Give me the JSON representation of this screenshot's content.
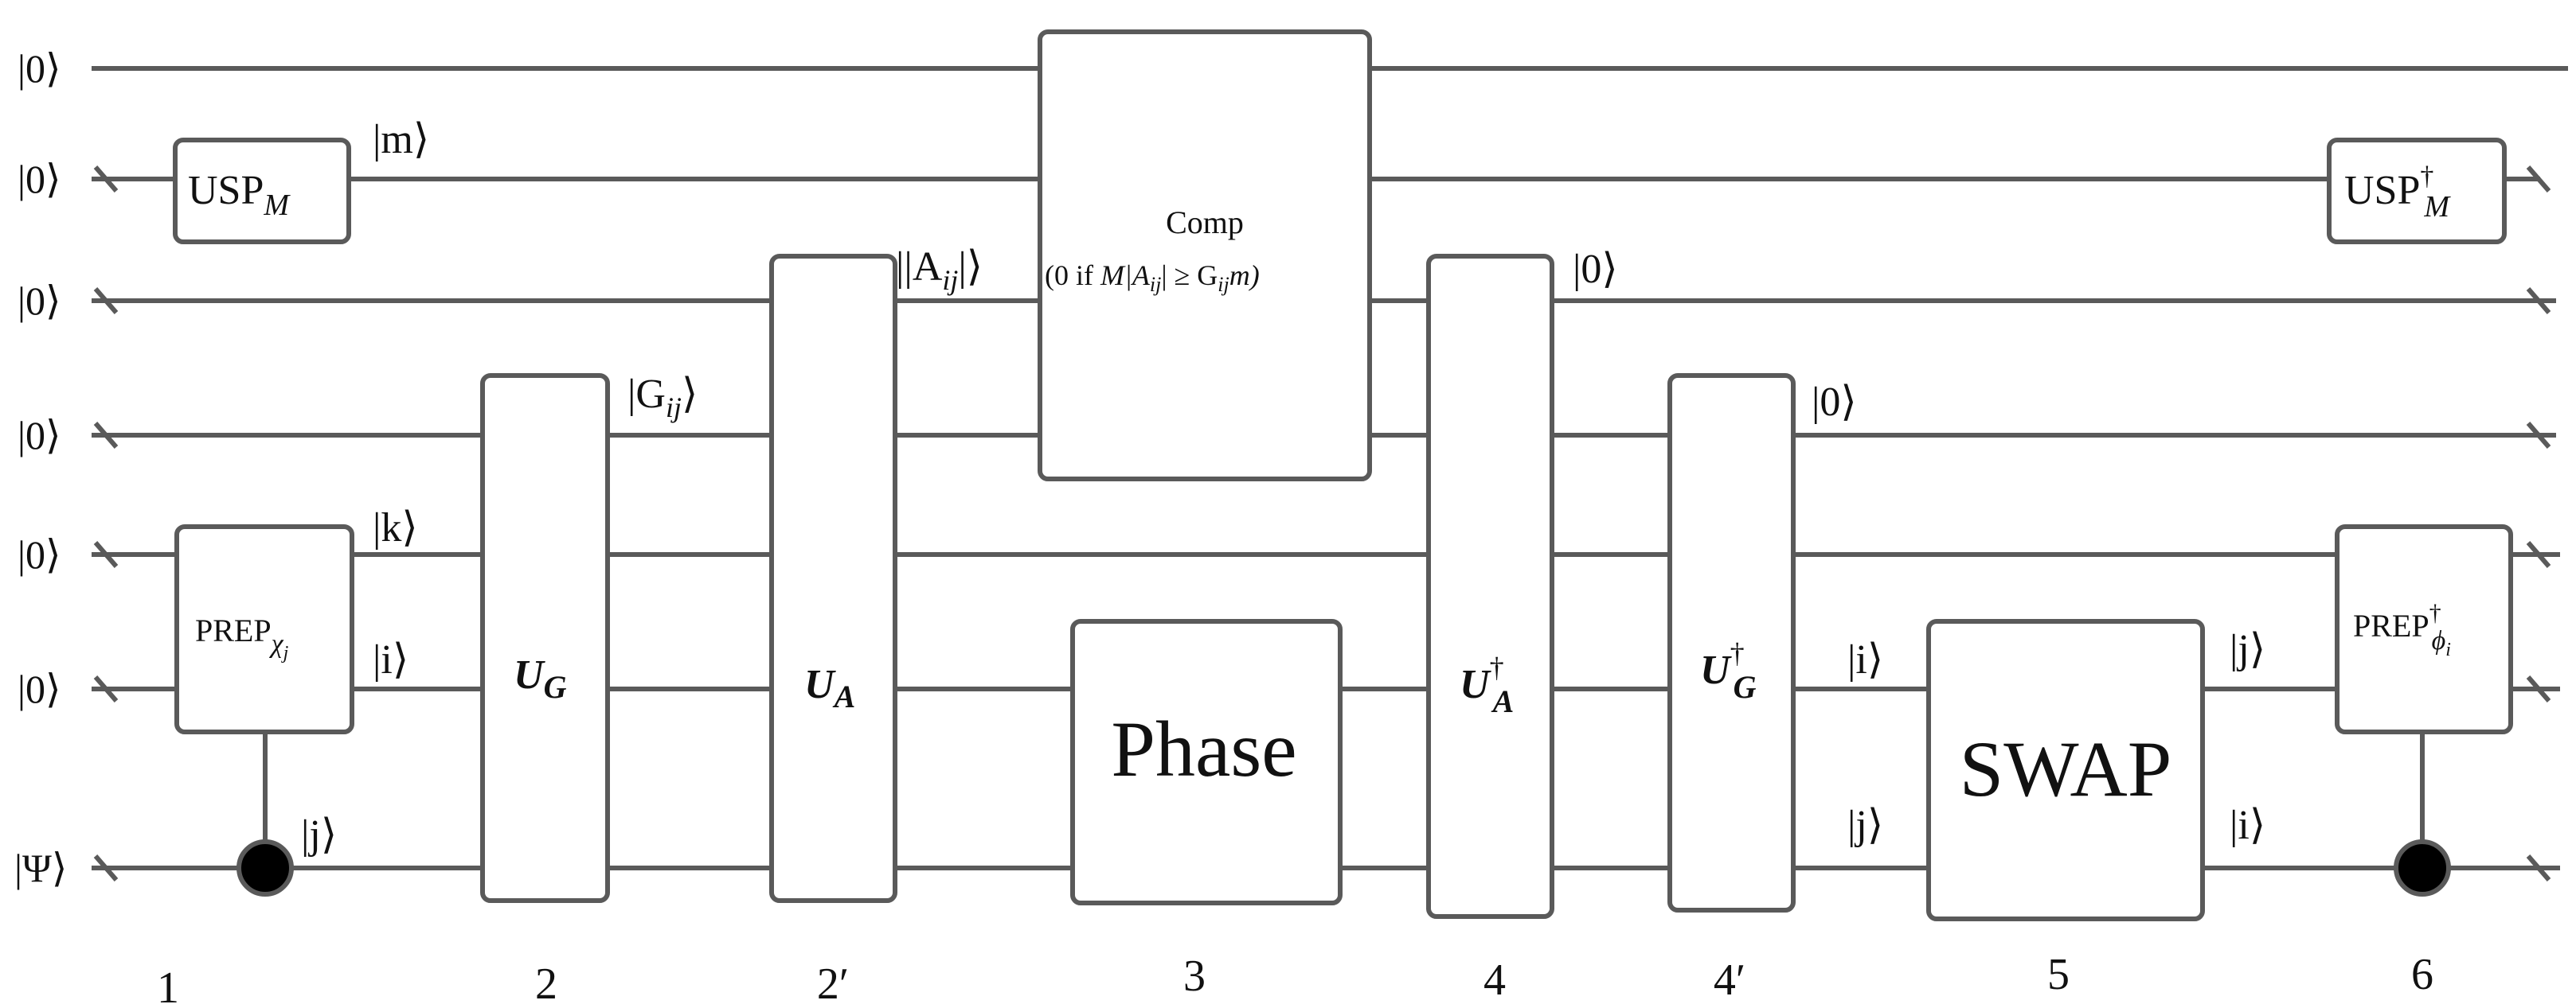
{
  "diagram": {
    "inputs": [
      "|0⟩",
      "|0⟩",
      "|0⟩",
      "|0⟩",
      "|0⟩",
      "|0⟩",
      "|Ψ⟩"
    ],
    "gates": {
      "usp_m": {
        "main": "USP",
        "sub": "M",
        "sup": ""
      },
      "usp_m_dagger": {
        "main": "USP",
        "sub": "M",
        "sup": "†"
      },
      "prep_chi": {
        "main": "PREP",
        "sub": "χ",
        "subsub": "j",
        "sup": ""
      },
      "prep_phi_dagger": {
        "main": "PREP",
        "sub": "ϕ",
        "subsub": "i",
        "sup": "†"
      },
      "u_g": {
        "main": "U",
        "sub": "G",
        "sup": ""
      },
      "u_a": {
        "main": "U",
        "sub": "A",
        "sup": ""
      },
      "comp": {
        "line1": "Comp",
        "line2_a": "(0 if ",
        "line2_b": "M|A",
        "line2_c": "ij",
        "line2_d": "| ≥ G",
        "line2_e": "ij",
        "line2_f": "m)"
      },
      "phase": {
        "label": "Phase"
      },
      "u_a_dagger": {
        "main": "U",
        "sub": "A",
        "sup": "†"
      },
      "u_g_dagger": {
        "main": "U",
        "sub": "G",
        "sup": "†"
      },
      "swap": {
        "label": "SWAP"
      }
    },
    "wire_labels": {
      "m": "|m⟩",
      "abs_a": "||A",
      "abs_a_sub": "ij",
      "abs_a_end": "|⟩",
      "g_open": "|G",
      "g_sub": "ij",
      "g_close": "⟩",
      "k": "|k⟩",
      "i1": "|i⟩",
      "j1": "|j⟩",
      "zero_a": "|0⟩",
      "zero_g": "|0⟩",
      "i_in": "|i⟩",
      "j_in": "|j⟩",
      "j_out": "|j⟩",
      "i_out": "|i⟩"
    },
    "steps": [
      "1",
      "2",
      "2′",
      "3",
      "4",
      "4′",
      "5",
      "6"
    ]
  }
}
